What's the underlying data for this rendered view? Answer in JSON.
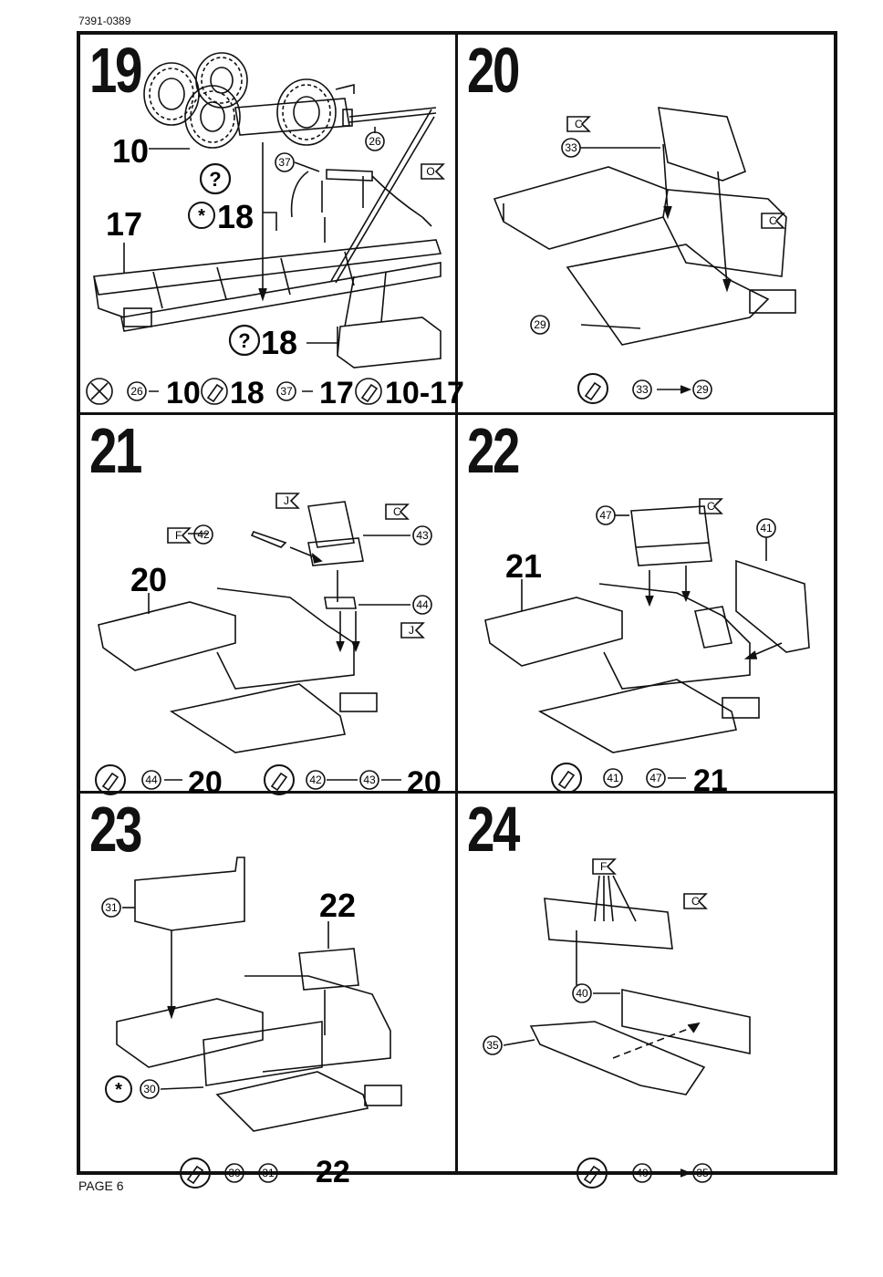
{
  "header": {
    "code": "7391-0389"
  },
  "footer": {
    "page": "PAGE 6"
  },
  "steps": [
    {
      "number": "19",
      "labels": {
        "p10": "10",
        "p17": "17",
        "p18a": "18",
        "p18b": "18",
        "p26": "26",
        "p37": "37",
        "paint": "O"
      },
      "footer": {
        "a": "26",
        "b": "10",
        "c": "18",
        "d": "37",
        "e": "17",
        "f": "10-17"
      }
    },
    {
      "number": "20",
      "labels": {
        "p33": "33",
        "p29": "29",
        "c1": "C",
        "c2": "C"
      },
      "footer": {
        "a": "33",
        "b": "29"
      }
    },
    {
      "number": "21",
      "labels": {
        "p20": "20",
        "p42": "42",
        "p43": "43",
        "p44": "44",
        "fl": "F",
        "j1": "J",
        "j2": "J",
        "c1": "C"
      },
      "footer": {
        "a": "44",
        "b": "20",
        "c": "42",
        "d": "43",
        "e": "20"
      }
    },
    {
      "number": "22",
      "labels": {
        "p21": "21",
        "p47": "47",
        "p41": "41",
        "c1": "C"
      },
      "footer": {
        "a": "41",
        "b": "47",
        "c": "21"
      }
    },
    {
      "number": "23",
      "labels": {
        "p22": "22",
        "p31": "31",
        "p30": "30"
      },
      "footer": {
        "a": "30",
        "b": "31",
        "c": "22"
      }
    },
    {
      "number": "24",
      "labels": {
        "f": "F",
        "c": "C",
        "p40": "40",
        "p35": "35"
      },
      "footer": {
        "a": "40",
        "b": "35"
      }
    }
  ]
}
